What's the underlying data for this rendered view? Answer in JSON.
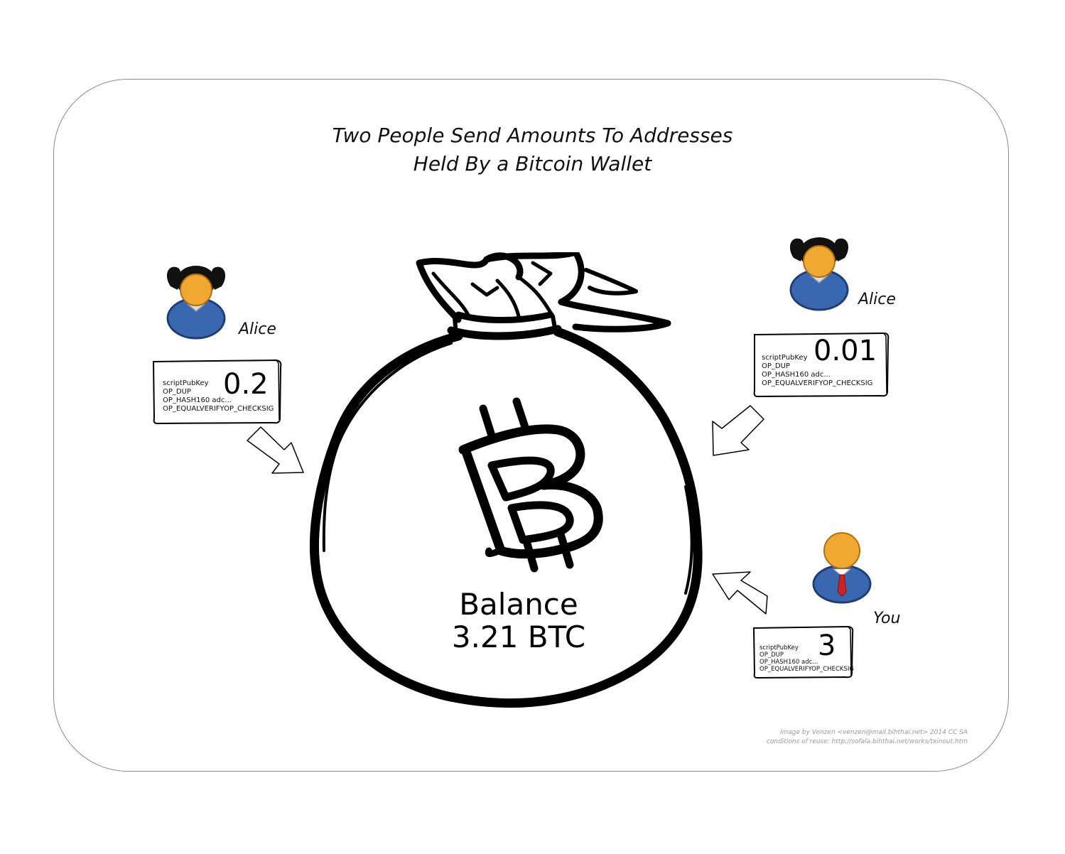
{
  "title": {
    "line1": "Two People Send Amounts To Addresses",
    "line2": "Held By a Bitcoin Wallet"
  },
  "wallet": {
    "balance_label": "Balance",
    "balance_value": "3.21 BTC",
    "icon": "bitcoin-bag-icon"
  },
  "senders": [
    {
      "name": "Alice",
      "avatar": "female-user-icon",
      "script": [
        "scriptPubKey",
        "OP_DUP",
        "OP_HASH160 adc...",
        "OP_EQUALVERIFYOP_CHECKSIG"
      ],
      "amount": "0.2"
    },
    {
      "name": "Alice",
      "avatar": "female-user-icon",
      "script": [
        "scriptPubKey",
        "OP_DUP",
        "OP_HASH160 adc...",
        "OP_EQUALVERIFYOP_CHECKSIG"
      ],
      "amount": "0.01"
    },
    {
      "name": "You",
      "avatar": "male-user-icon",
      "script": [
        "scriptPubKey",
        "OP_DUP",
        "OP_HASH160 adc...",
        "OP_EQUALVERIFYOP_CHECKSIG"
      ],
      "amount": "3"
    }
  ],
  "credit": {
    "line1": "image by Venzen <venzen@mail.bihthai.net> 2014 CC SA",
    "line2": "conditions of reuse: http://sofala.bihthai.net/works/txinout.htm"
  },
  "colors": {
    "skin": "#f0a830",
    "shirt": "#3a68b0",
    "hair": "#111111",
    "tie": "#cc2222",
    "frame": "#8a8a8a"
  }
}
